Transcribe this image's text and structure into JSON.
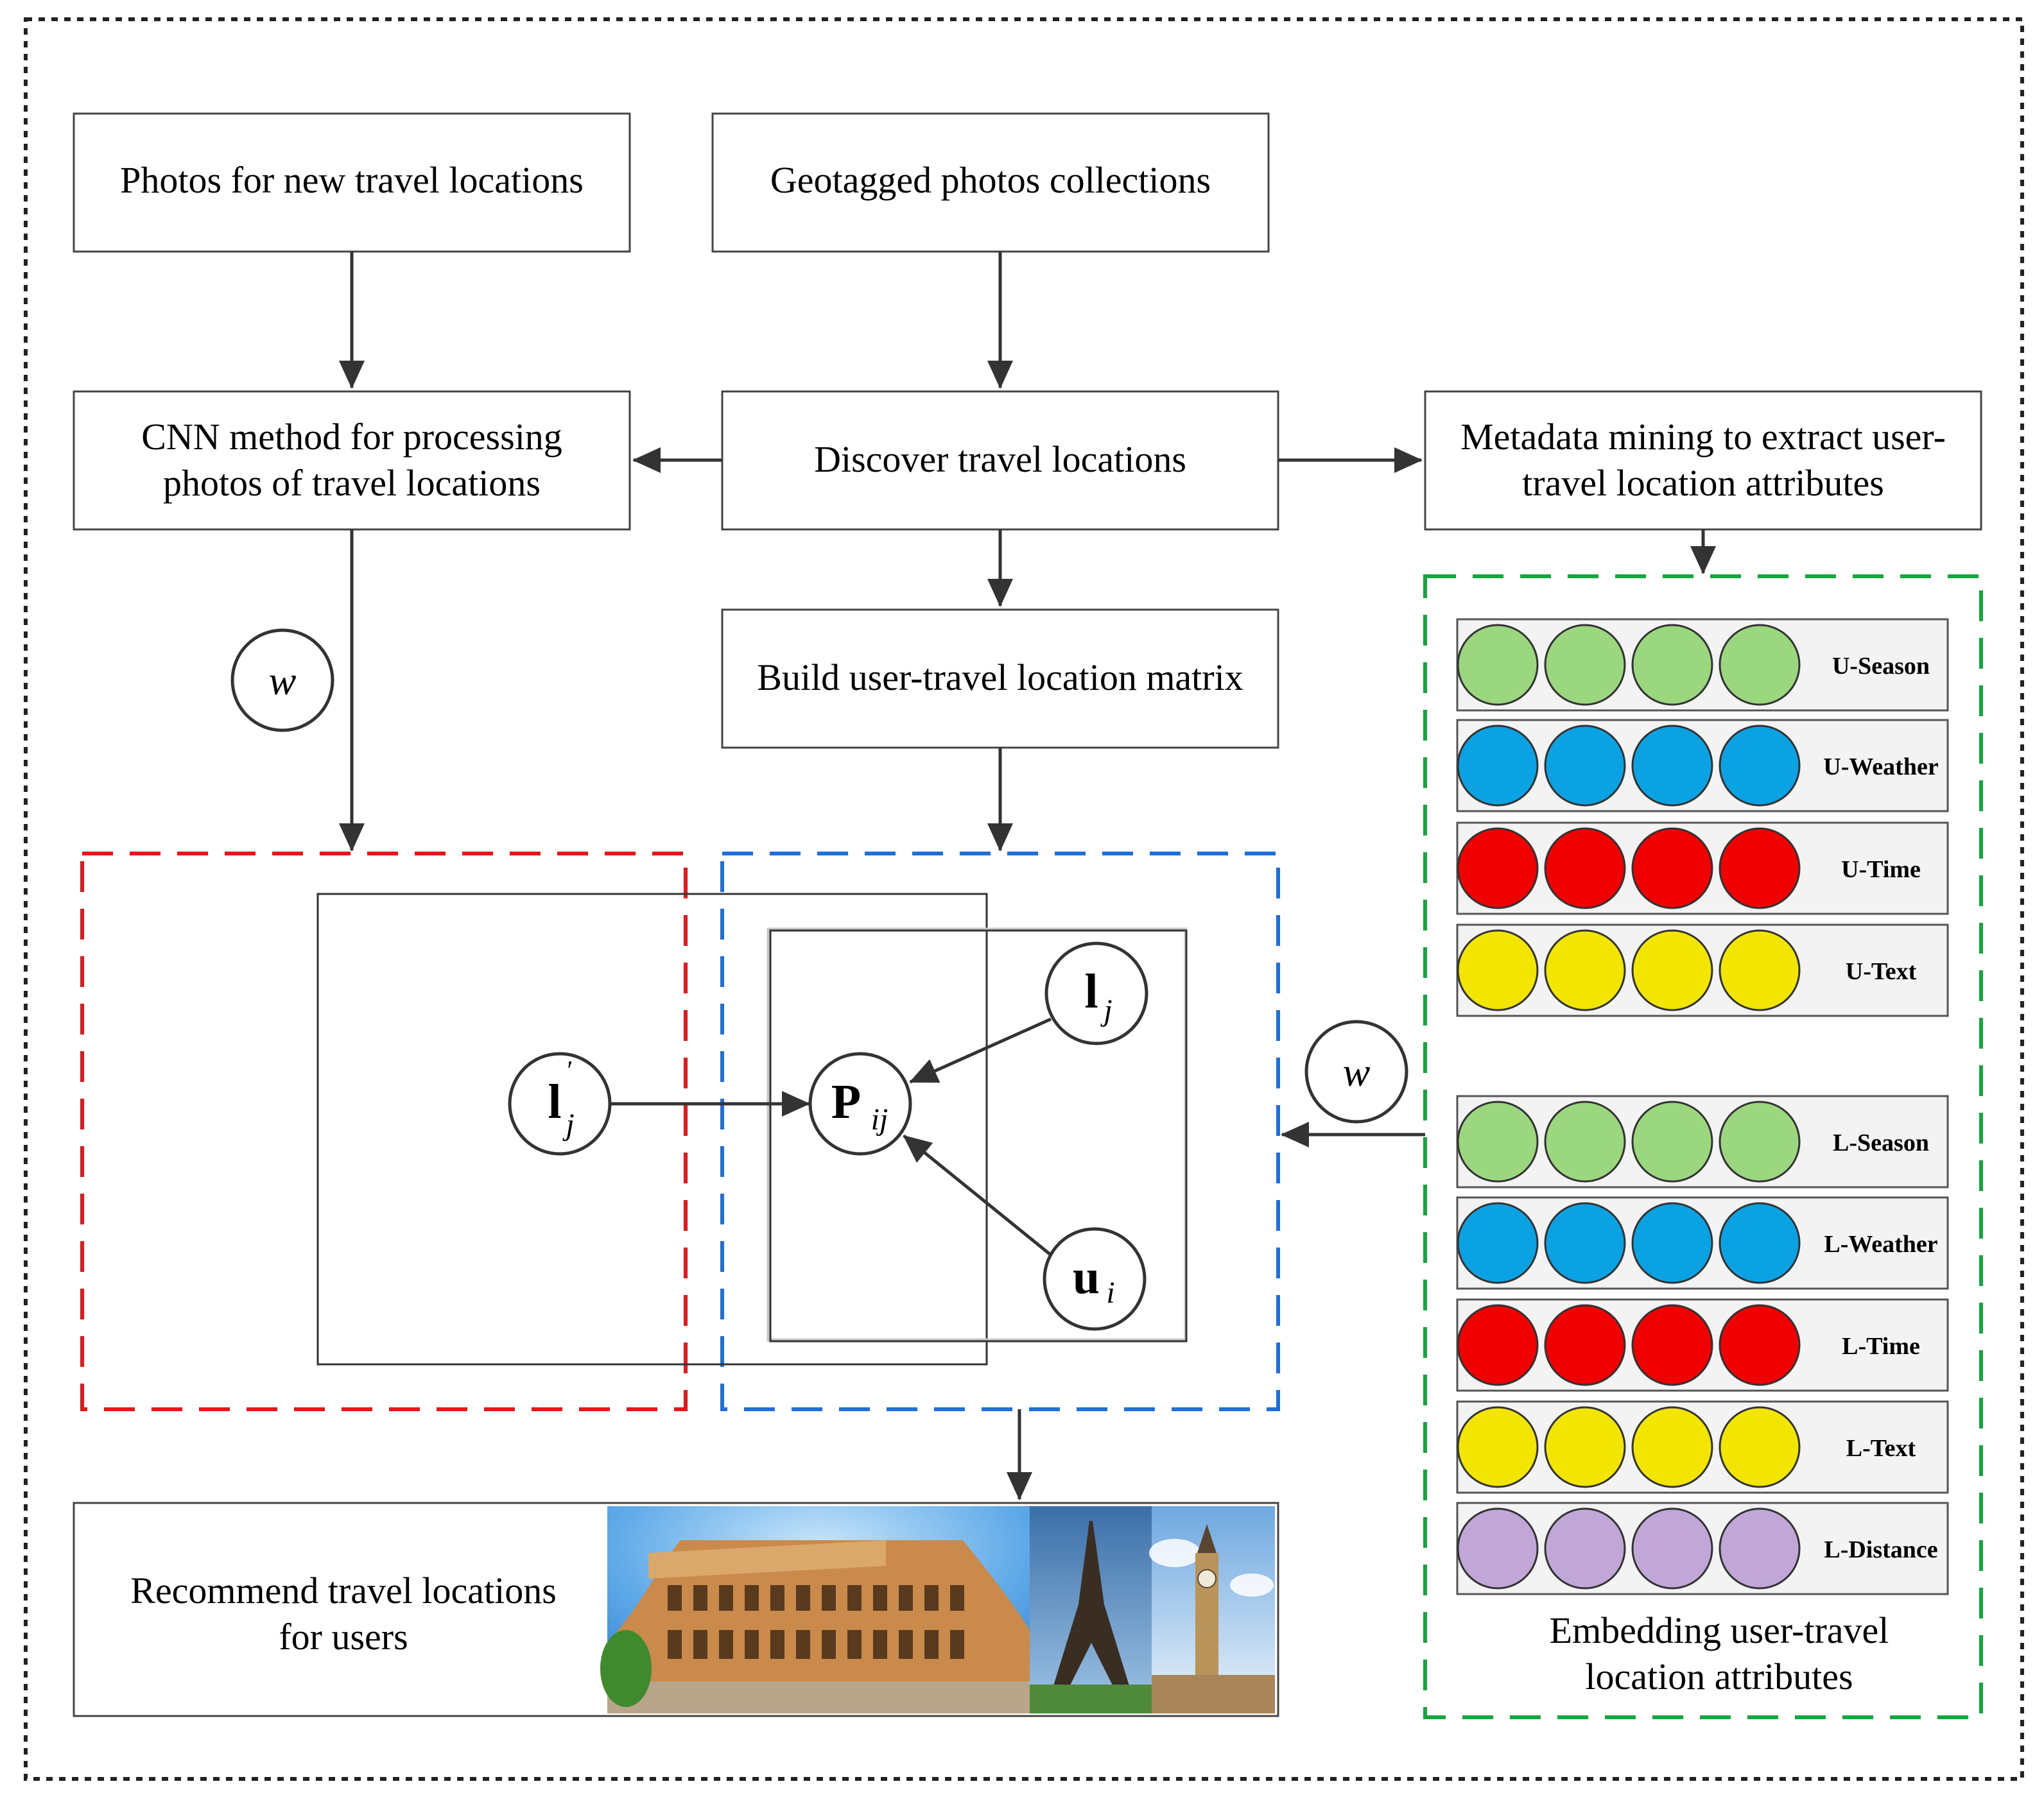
{
  "boxes": {
    "photos_new": "Photos for new travel locations",
    "geotagged": "Geotagged photos collections",
    "cnn_line1": "CNN method for processing",
    "cnn_line2": "photos of travel locations",
    "discover": "Discover travel locations",
    "metadata_line1": "Metadata mining to extract user-",
    "metadata_line2": "travel location attributes",
    "build_matrix": "Build user-travel location matrix",
    "recommend_line1": "Recommend travel locations",
    "recommend_line2": "for users"
  },
  "weights": {
    "left": "w",
    "right": "w"
  },
  "model_nodes": {
    "l_prime": {
      "main": "l",
      "sup": "′",
      "sub": "j"
    },
    "p": {
      "main": "P",
      "sub": "ij"
    },
    "l": {
      "main": "l",
      "sub": "j"
    },
    "u": {
      "main": "u",
      "sub": "i"
    }
  },
  "embedding": {
    "caption_line1": "Embedding user-travel",
    "caption_line2": "location attributes",
    "user_rows": [
      {
        "label": "U-Season",
        "color": "#9ad77e"
      },
      {
        "label": "U-Weather",
        "color": "#0aa2e2"
      },
      {
        "label": "U-Time",
        "color": "#f00000"
      },
      {
        "label": "U-Text",
        "color": "#f2e600"
      }
    ],
    "location_rows": [
      {
        "label": "L-Season",
        "color": "#9ad77e"
      },
      {
        "label": "L-Weather",
        "color": "#0aa2e2"
      },
      {
        "label": "L-Time",
        "color": "#f00000"
      },
      {
        "label": "L-Text",
        "color": "#f2e600"
      },
      {
        "label": "L-Distance",
        "color": "#c1a6d8"
      }
    ]
  },
  "colors": {
    "red_frame": "#e8151b",
    "blue_frame": "#1e6fdc",
    "green_frame": "#16a63e"
  }
}
